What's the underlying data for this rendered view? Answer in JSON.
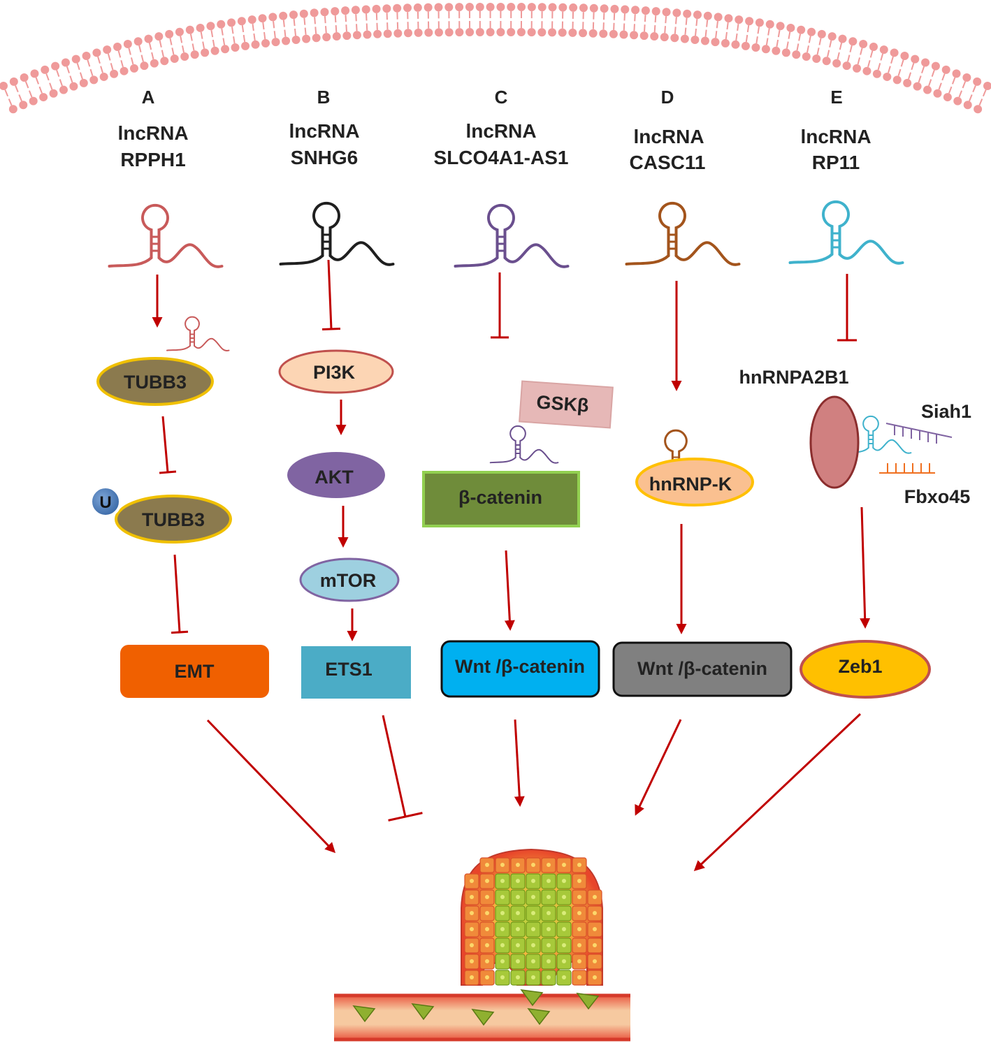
{
  "columns": [
    {
      "letter": "A",
      "lnc_line1": "lncRNA",
      "lnc_line2": "RPPH1",
      "color": "#c85a5a"
    },
    {
      "letter": "B",
      "lnc_line1": "lncRNA",
      "lnc_line2": "SNHG6",
      "color": "#1f1f1f"
    },
    {
      "letter": "C",
      "lnc_line1": "lncRNA",
      "lnc_line2": "SLCO4A1-AS1",
      "color": "#6a4f8e"
    },
    {
      "letter": "D",
      "lnc_line1": "lncRNA",
      "lnc_line2": "CASC11",
      "color": "#a3541c"
    },
    {
      "letter": "E",
      "lnc_line1": "lncRNA",
      "lnc_line2": "RP11",
      "color": "#3fb2cc"
    }
  ],
  "nodes": {
    "tubb3_a": "TUBB3",
    "tubb3_b": "TUBB3",
    "ubiquitin": "U",
    "emt": "EMT",
    "pi3k": "PI3K",
    "akt": "AKT",
    "mtor": "mTOR",
    "ets1": "ETS1",
    "gsk": "GSKβ",
    "beta_catenin": "β-catenin",
    "wnt_c": "Wnt /β-catenin",
    "hnrnpk": "hnRNP-K",
    "wnt_d": "Wnt /β-catenin",
    "hnrnpa2b1": "hnRNPA2B1",
    "siah1": "Siah1",
    "fbxo45": "Fbxo45",
    "zeb1": "Zeb1"
  },
  "colors": {
    "arrow": "#c00000",
    "membrane": "#ef9a9a",
    "tubb3_fill": "#8b7a4e",
    "tubb3_border": "#f0c000",
    "emt_fill": "#f06000",
    "pi3k_fill": "#fcd5b4",
    "pi3k_border": "#c0504d",
    "akt_fill": "#8064a2",
    "mtor_fill": "#9ed0e0",
    "mtor_border": "#8064a2",
    "ets1_fill": "#4bacc6",
    "gsk_fill": "#e6b8b7",
    "beta_fill": "#6f8c3a",
    "beta_border": "#92d050",
    "wnt_c_fill": "#00b0f0",
    "hnrnpk_fill": "#fac090",
    "hnrnpk_border": "#ffc000",
    "wnt_d_fill": "#808080",
    "hnrnpa2b1_fill": "#d08080",
    "zeb1_fill": "#ffc000",
    "zeb1_border": "#c0504d",
    "ubiquitin_fill": "#4f81bd"
  },
  "icons": [
    "cell-membrane-icon",
    "lncrna-hairpin-icon",
    "ubiquitin-icon",
    "tumor-invasion-icon",
    "blood-vessel-icon"
  ]
}
